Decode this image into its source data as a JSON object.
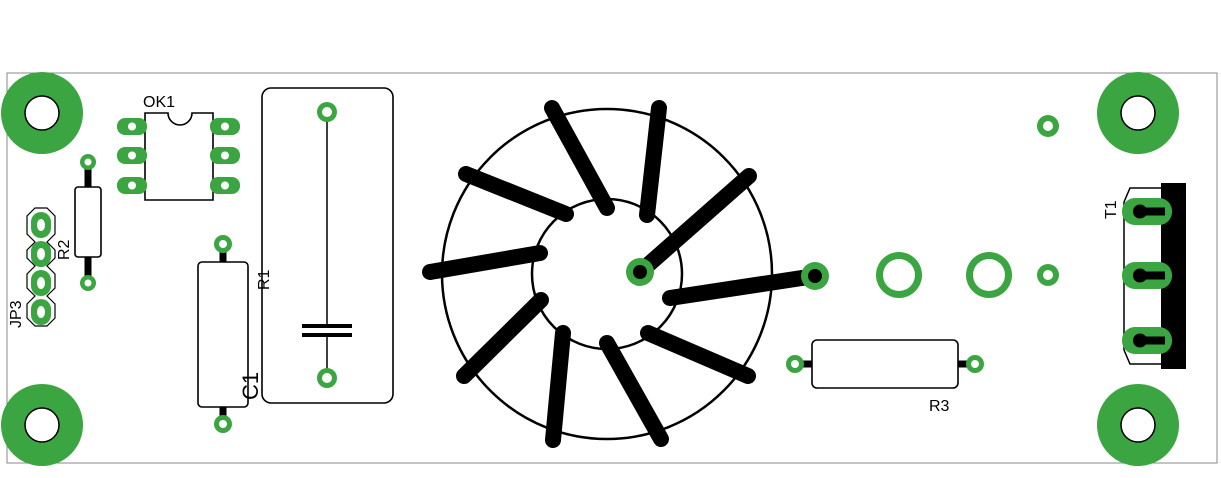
{
  "board": {
    "background": "#ffffff",
    "copper_color": "#3ba641",
    "silk_color": "#000000"
  },
  "labels": {
    "ok1": "OK1",
    "r1": "R1",
    "r2": "R2",
    "r3": "R3",
    "c1": "C1",
    "jp3": "JP3",
    "t1": "T1"
  },
  "components": {
    "mounting_holes": 4,
    "toroid_windings": 10
  }
}
